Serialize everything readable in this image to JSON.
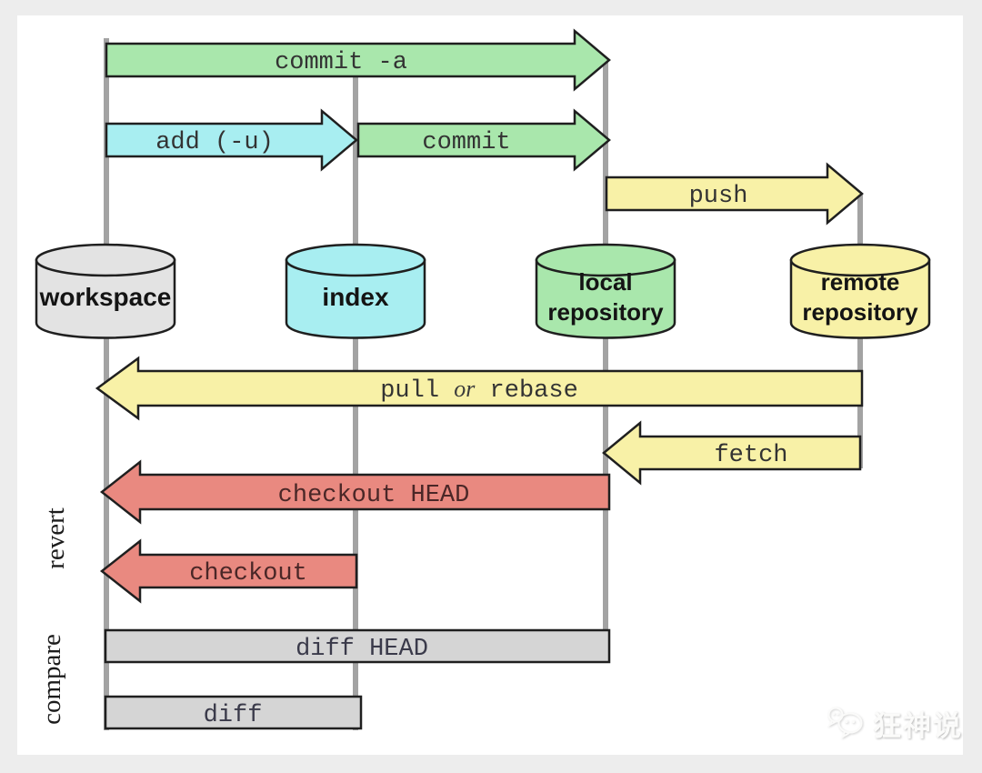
{
  "cylinders": {
    "workspace": {
      "label": "workspace"
    },
    "index": {
      "label": "index"
    },
    "local": {
      "line1": "local",
      "line2": "repository"
    },
    "remote": {
      "line1": "remote",
      "line2": "repository"
    }
  },
  "arrows": {
    "commit_a": {
      "label": "commit -a"
    },
    "add": {
      "label": "add (-u)"
    },
    "commit": {
      "label": "commit"
    },
    "push": {
      "label": "push"
    },
    "pull": {
      "pre": "pull ",
      "or": "or",
      "post": " rebase"
    },
    "fetch": {
      "label": "fetch"
    },
    "checkout_head": {
      "label": "checkout HEAD"
    },
    "checkout": {
      "label": "checkout"
    },
    "diff_head": {
      "label": "diff HEAD"
    },
    "diff": {
      "label": "diff"
    }
  },
  "side_labels": {
    "revert": "revert",
    "compare": "compare"
  },
  "watermark": {
    "text": "狂神说"
  },
  "colors": {
    "green": "#a9e7ac",
    "cyan": "#a8eef1",
    "yellow": "#f8f1a7",
    "red": "#e98980",
    "bar_gray": "#d5d5d5",
    "cylinder_gray": "#e3e3e3",
    "line_gray": "#a3a3a3"
  }
}
